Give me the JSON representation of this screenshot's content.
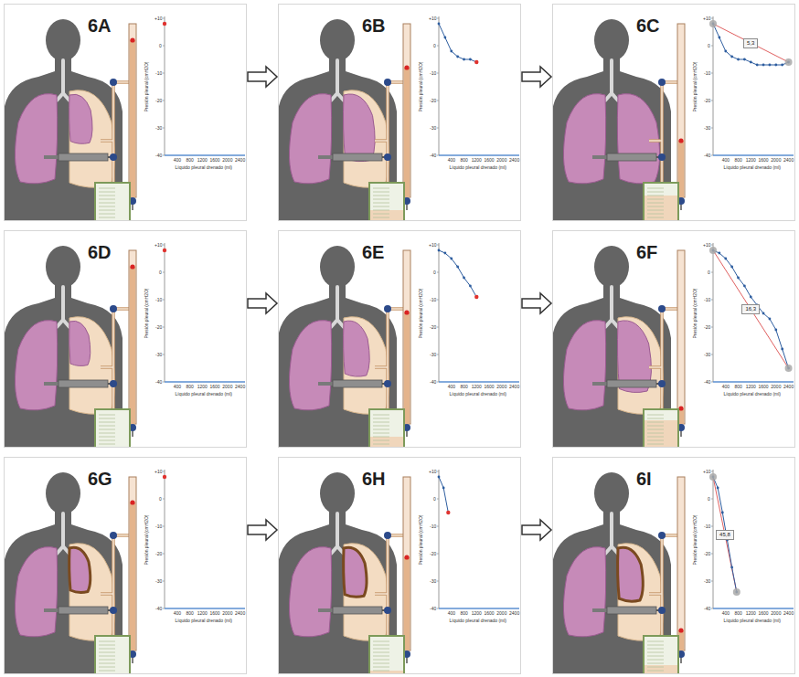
{
  "diagram": {
    "nodes": [
      {
        "text": [
          "6A"
        ]
      },
      {
        "text": [
          "6B"
        ]
      },
      {
        "text": [
          "6C"
        ]
      },
      {
        "text": [
          "5,3"
        ],
        "in": 2
      },
      {
        "text": [
          "6D"
        ]
      },
      {
        "text": [
          "6E"
        ]
      },
      {
        "text": [
          "6F"
        ]
      },
      {
        "text": [
          "16,3"
        ],
        "in": 6
      },
      {
        "text": [
          "6G"
        ]
      },
      {
        "text": [
          "6H"
        ]
      },
      {
        "text": [
          "6I"
        ]
      },
      {
        "text": [
          "45,8"
        ],
        "in": 10
      }
    ],
    "edges": [
      {
        "from": 0,
        "to": 1,
        "arrow": "to"
      },
      {
        "from": 1,
        "to": 2,
        "arrow": "to"
      },
      {
        "from": 4,
        "to": 5,
        "arrow": "to"
      },
      {
        "from": 5,
        "to": 6,
        "arrow": "to"
      },
      {
        "from": 8,
        "to": 9,
        "arrow": "to"
      },
      {
        "from": 9,
        "to": 10,
        "arrow": "to"
      }
    ],
    "labels": [
      "Presión pleural (cmH2O)",
      "Líquido pleural drenado (ml)",
      "+10",
      "0",
      "-10",
      "-20",
      "-30",
      "-40",
      "400",
      "800",
      "1200",
      "1600",
      "2000",
      "2400",
      "Presión pleural (cmH2O)",
      "Líquido pleural drenado (ml)",
      "+10",
      "0",
      "-10",
      "-20",
      "-30",
      "-40",
      "400",
      "800",
      "1200",
      "1600",
      "2000",
      "2400",
      "Presión pleural (cmH2O)",
      "Líquido pleural drenado (ml)",
      "+10",
      "0",
      "-10",
      "-20",
      "-30",
      "-40",
      "400",
      "800",
      "1200",
      "1600",
      "2000",
      "2400",
      "Presión pleural (cmH2O)",
      "Líquido pleural drenado (ml)",
      "+10",
      "0",
      "-10",
      "-20",
      "-30",
      "-40",
      "400",
      "800",
      "1200",
      "1600",
      "2000",
      "2400",
      "Presión pleural (cmH2O)",
      "Líquido pleural drenado (ml)",
      "+10",
      "0",
      "-10",
      "-20",
      "-30",
      "-40",
      "400",
      "800",
      "1200",
      "1600",
      "2000",
      "2400",
      "Presión pleural (cmH2O)",
      "Líquido pleural drenado (ml)",
      "+10",
      "0",
      "-10",
      "-20",
      "-30",
      "-40",
      "400",
      "800",
      "1200",
      "1600",
      "2000",
      "2400",
      "Presión pleural (cmH2O)",
      "Líquido pleural drenado (ml)",
      "+10",
      "0",
      "-10",
      "-20",
      "-30",
      "-40",
      "400",
      "800",
      "1200",
      "1600",
      "2000",
      "2400",
      "Presión pleural (cmH2O)",
      "Líquido pleural drenado (ml)",
      "+10",
      "0",
      "-10",
      "-20",
      "-30",
      "-40",
      "400",
      "800",
      "1200",
      "1600",
      "2000",
      "2400",
      "Presión pleural (cmH2O)",
      "Líquido pleural drenado (ml)",
      "+10",
      "0",
      "-10",
      "-20",
      "-30",
      "-40",
      "400",
      "800",
      "1200",
      "1600",
      "2000",
      "2400"
    ]
  }
}
